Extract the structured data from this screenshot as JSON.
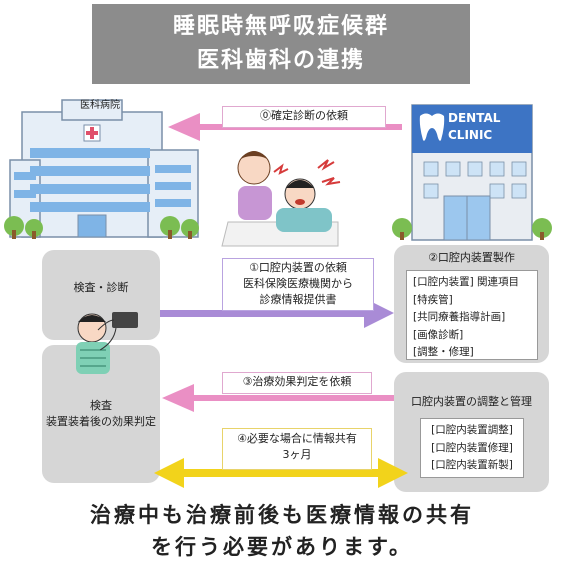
{
  "title": {
    "line1": "睡眠時無呼吸症候群",
    "line2": "医科歯科の連携"
  },
  "hospital": {
    "label": "医科病院"
  },
  "clinic": {
    "sign_line1": "DENTAL",
    "sign_line2": "CLINIC"
  },
  "steps": {
    "s0": "⓪確定診断の依頼",
    "s1_line1": "①口腔内装置の依頼",
    "s1_line2": "医科保険医療機関から",
    "s1_line3": "診療情報提供書",
    "s3": "③治療効果判定を依頼",
    "s4_line1": "④必要な場合に情報共有",
    "s4_line2": "3ヶ月"
  },
  "left_boxes": {
    "exam": "検査・診断",
    "eval_line1": "検査",
    "eval_line2": "装置装着後の効果判定"
  },
  "right_boxes": {
    "make_title": "②口腔内装置製作",
    "make_items": [
      "[口腔内装置] 関連項目",
      "[特疾管]",
      "[共同療養指導計画]",
      "[画像診断]",
      "[調整・修理]"
    ],
    "adjust_title": "口腔内装置の調整と管理",
    "adjust_items": [
      "[口腔内装置調整]",
      "[口腔内装置修理]",
      "[口腔内装置新製]"
    ]
  },
  "footer": {
    "line1": "治療中も治療前後も医療情報の共有",
    "line2": "を行う必要があります。"
  },
  "colors": {
    "pink_arrow": "#ea8fc4",
    "purple_arrow": "#a98bd6",
    "yellow_arrow": "#f2d31b",
    "box_gray": "#d6d6d6",
    "title_gray": "#8c8c8c"
  }
}
